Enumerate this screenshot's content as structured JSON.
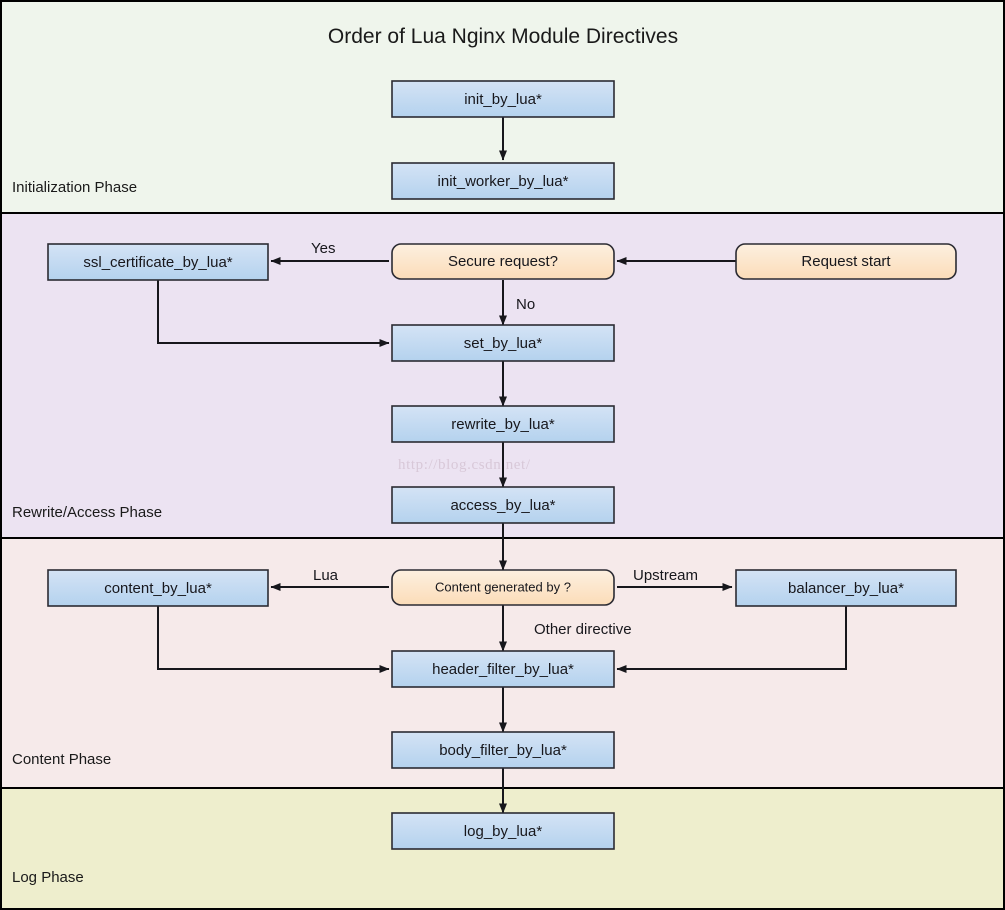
{
  "title": "Order of Lua Nginx Module Directives",
  "colors": {
    "node_blue_top": "#cfe0f3",
    "node_blue_bottom": "#b6d4ef",
    "node_orange_top": "#fdeedc",
    "node_orange_bottom": "#fbdcb8",
    "band_init": "#eff5ec",
    "band_rewrite": "#ece3f2",
    "band_content": "#f6eaea",
    "band_log": "#eeeecd",
    "border": "#2b2b33",
    "connector": "#17171c",
    "watermark": "#d8c8d8"
  },
  "watermark": "http://blog.csdn.net/",
  "phases": [
    {
      "id": "initialization",
      "label": "Initialization Phase",
      "fill": "#eff5ec"
    },
    {
      "id": "rewrite-access",
      "label": "Rewrite/Access Phase",
      "fill": "#ece3f2"
    },
    {
      "id": "content",
      "label": "Content Phase",
      "fill": "#f6eaea"
    },
    {
      "id": "log",
      "label": "Log Phase",
      "fill": "#eeeecd"
    }
  ],
  "nodes": [
    {
      "id": "init-by-lua",
      "label": "init_by_lua*",
      "shape": "rect",
      "kind": "directive"
    },
    {
      "id": "init-worker-by-lua",
      "label": "init_worker_by_lua*",
      "shape": "rect",
      "kind": "directive"
    },
    {
      "id": "request-start",
      "label": "Request start",
      "shape": "rounded",
      "kind": "terminal"
    },
    {
      "id": "secure-request",
      "label": "Secure request?",
      "shape": "rounded",
      "kind": "decision"
    },
    {
      "id": "ssl-certificate-by-lua",
      "label": "ssl_certificate_by_lua*",
      "shape": "rect",
      "kind": "directive"
    },
    {
      "id": "set-by-lua",
      "label": "set_by_lua*",
      "shape": "rect",
      "kind": "directive"
    },
    {
      "id": "rewrite-by-lua",
      "label": "rewrite_by_lua*",
      "shape": "rect",
      "kind": "directive"
    },
    {
      "id": "access-by-lua",
      "label": "access_by_lua*",
      "shape": "rect",
      "kind": "directive"
    },
    {
      "id": "content-generated-by",
      "label": "Content generated by ?",
      "shape": "rounded",
      "kind": "decision"
    },
    {
      "id": "content-by-lua",
      "label": "content_by_lua*",
      "shape": "rect",
      "kind": "directive"
    },
    {
      "id": "balancer-by-lua",
      "label": "balancer_by_lua*",
      "shape": "rect",
      "kind": "directive"
    },
    {
      "id": "header-filter-by-lua",
      "label": "header_filter_by_lua*",
      "shape": "rect",
      "kind": "directive"
    },
    {
      "id": "body-filter-by-lua",
      "label": "body_filter_by_lua*",
      "shape": "rect",
      "kind": "directive"
    },
    {
      "id": "log-by-lua",
      "label": "log_by_lua*",
      "shape": "rect",
      "kind": "directive"
    }
  ],
  "edge_labels": {
    "yes": "Yes",
    "no": "No",
    "lua": "Lua",
    "upstream": "Upstream",
    "other_directive": "Other directive"
  },
  "edges": [
    {
      "from": "init-by-lua",
      "to": "init-worker-by-lua",
      "label": ""
    },
    {
      "from": "request-start",
      "to": "secure-request",
      "label": ""
    },
    {
      "from": "secure-request",
      "to": "ssl-certificate-by-lua",
      "label": "Yes"
    },
    {
      "from": "secure-request",
      "to": "set-by-lua",
      "label": "No"
    },
    {
      "from": "ssl-certificate-by-lua",
      "to": "set-by-lua",
      "label": ""
    },
    {
      "from": "set-by-lua",
      "to": "rewrite-by-lua",
      "label": ""
    },
    {
      "from": "rewrite-by-lua",
      "to": "access-by-lua",
      "label": ""
    },
    {
      "from": "access-by-lua",
      "to": "content-generated-by",
      "label": ""
    },
    {
      "from": "content-generated-by",
      "to": "content-by-lua",
      "label": "Lua"
    },
    {
      "from": "content-generated-by",
      "to": "balancer-by-lua",
      "label": "Upstream"
    },
    {
      "from": "content-generated-by",
      "to": "header-filter-by-lua",
      "label": "Other directive"
    },
    {
      "from": "content-by-lua",
      "to": "header-filter-by-lua",
      "label": ""
    },
    {
      "from": "balancer-by-lua",
      "to": "header-filter-by-lua",
      "label": ""
    },
    {
      "from": "header-filter-by-lua",
      "to": "body-filter-by-lua",
      "label": ""
    },
    {
      "from": "body-filter-by-lua",
      "to": "log-by-lua",
      "label": ""
    }
  ]
}
